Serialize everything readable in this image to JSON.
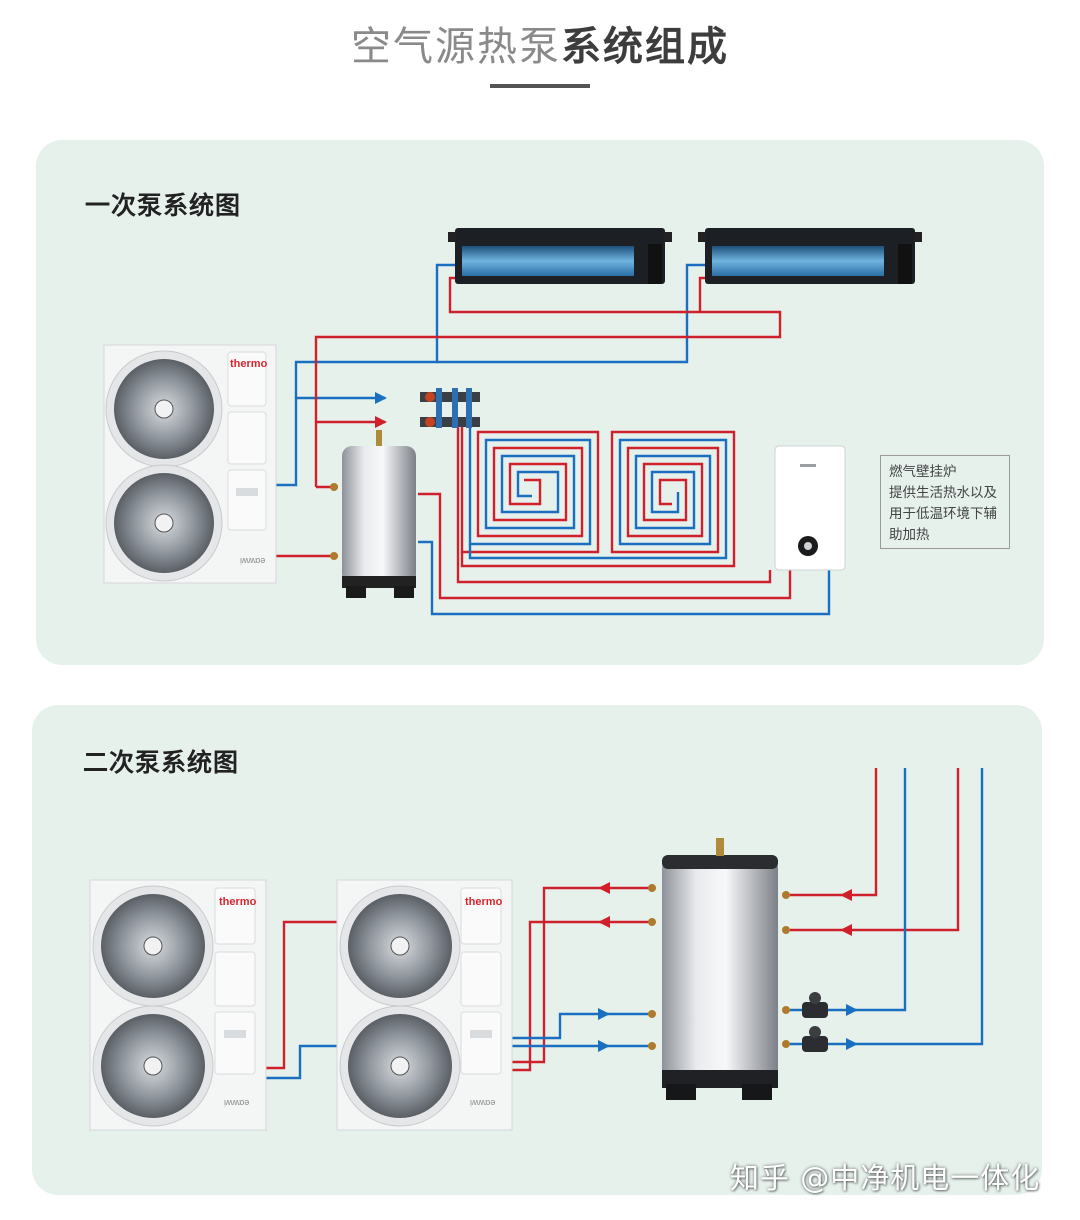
{
  "title": {
    "light": "空气源热泵",
    "bold": "系统组成"
  },
  "section1": {
    "heading": "一次泵系统图",
    "callout": [
      "燃气壁挂炉",
      "提供生活热水以及",
      "用于低温环境下辅",
      "助加热"
    ]
  },
  "section2": {
    "heading": "二次泵系统图"
  },
  "unit_brand": "therm",
  "unit_brand_suffix": "o",
  "unit_model": "eαwwi",
  "watermark": "知乎 @中净机电一体化",
  "colors": {
    "supply_pipe": "#d0202c",
    "return_pipe": "#1a6fc0",
    "panel_bg": "#e6f1ec",
    "brand_red": "#d8262f"
  }
}
